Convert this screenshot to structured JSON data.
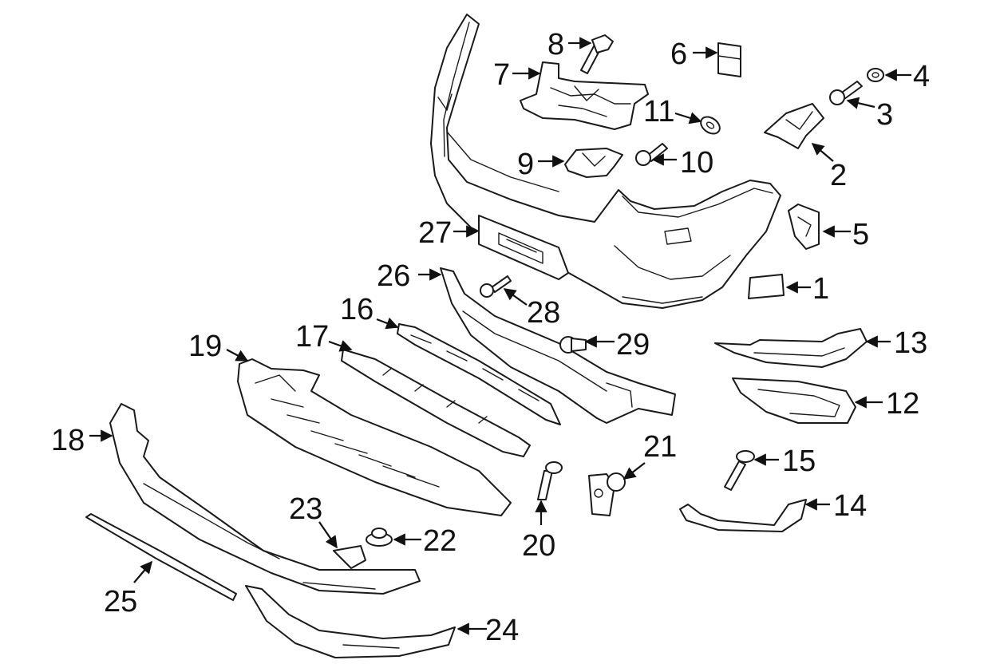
{
  "callouts": [
    {
      "id": "c1",
      "text": "1"
    },
    {
      "id": "c2",
      "text": "2"
    },
    {
      "id": "c3",
      "text": "3"
    },
    {
      "id": "c4",
      "text": "4"
    },
    {
      "id": "c5",
      "text": "5"
    },
    {
      "id": "c6",
      "text": "6"
    },
    {
      "id": "c7",
      "text": "7"
    },
    {
      "id": "c8",
      "text": "8"
    },
    {
      "id": "c9",
      "text": "9"
    },
    {
      "id": "c10",
      "text": "10"
    },
    {
      "id": "c11",
      "text": "11"
    },
    {
      "id": "c12",
      "text": "12"
    },
    {
      "id": "c13",
      "text": "13"
    },
    {
      "id": "c14",
      "text": "14"
    },
    {
      "id": "c15",
      "text": "15"
    },
    {
      "id": "c16",
      "text": "16"
    },
    {
      "id": "c17",
      "text": "17"
    },
    {
      "id": "c18",
      "text": "18"
    },
    {
      "id": "c19",
      "text": "19"
    },
    {
      "id": "c20",
      "text": "20"
    },
    {
      "id": "c21",
      "text": "21"
    },
    {
      "id": "c22",
      "text": "22"
    },
    {
      "id": "c23",
      "text": "23"
    },
    {
      "id": "c24",
      "text": "24"
    },
    {
      "id": "c25",
      "text": "25"
    },
    {
      "id": "c26",
      "text": "26"
    },
    {
      "id": "c27",
      "text": "27"
    },
    {
      "id": "c28",
      "text": "28"
    },
    {
      "id": "c29",
      "text": "29"
    }
  ]
}
